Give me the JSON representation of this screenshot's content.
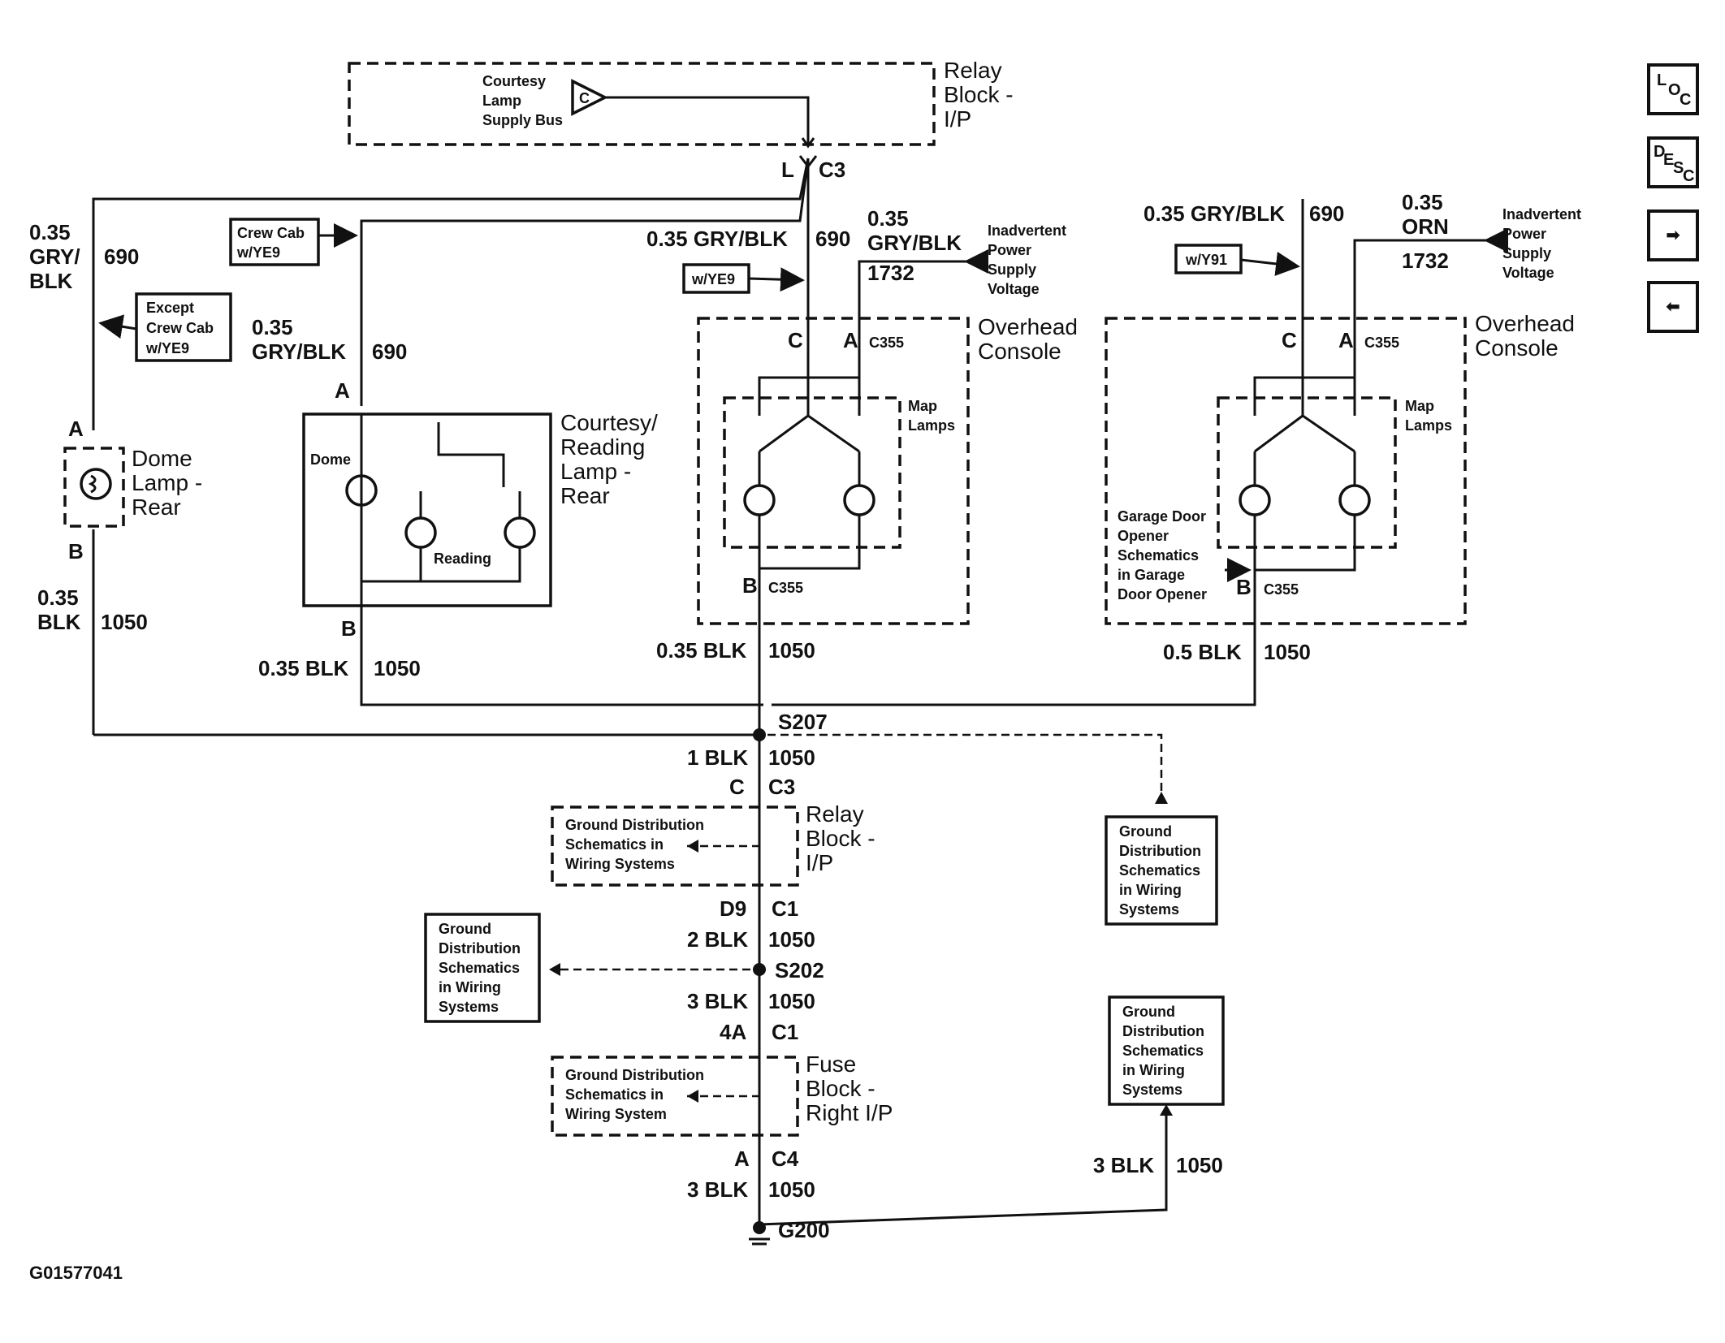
{
  "relay_block_top": {
    "title1": "Relay",
    "title2": "Block -",
    "title3": "I/P",
    "bus1": "Courtesy",
    "bus2": "Lamp",
    "bus3": "Supply Bus",
    "bus_letter": "C",
    "pin": "L",
    "conn": "C3"
  },
  "left_wire": {
    "size1": "0.35",
    "size2": "GRY/",
    "size3": "BLK",
    "circuit": "690"
  },
  "crew_cab_tag": {
    "line1": "Crew Cab",
    "line2": "w/YE9"
  },
  "except_tag": {
    "line1": "Except",
    "line2": "Crew Cab",
    "line3": "w/YE9"
  },
  "dome_lamp": {
    "pin_a": "A",
    "pin_b": "B",
    "title1": "Dome",
    "title2": "Lamp -",
    "title3": "Rear"
  },
  "dome_bottom_wire": {
    "size1": "0.35",
    "size2": "BLK",
    "circuit": "1050"
  },
  "courtesy_lamp": {
    "wire_size": "0.35",
    "wire_color": "GRY/BLK",
    "wire_circuit": "690",
    "pin_a": "A",
    "pin_b": "B",
    "dome": "Dome",
    "reading": "Reading",
    "title1": "Courtesy/",
    "title2": "Reading",
    "title3": "Lamp -",
    "title4": "Rear",
    "bottom_wire": "0.35 BLK",
    "bottom_circuit": "1050"
  },
  "center_wires": {
    "gry": "0.35 GRY/BLK",
    "circuit690": "690",
    "ye9": "w/YE9",
    "orn_size": "0.35",
    "orn_color": "GRY/BLK",
    "orn_circuit": "1732",
    "inadv1": "Inadvertent",
    "inadv2": "Power",
    "inadv3": "Supply",
    "inadv4": "Voltage"
  },
  "console_left": {
    "title1": "Overhead",
    "title2": "Console",
    "map1": "Map",
    "map2": "Lamps",
    "pin_c": "C",
    "pin_a": "A",
    "conn": "C355",
    "pin_b": "B",
    "conn_b": "C355",
    "bottom_wire": "0.35 BLK",
    "bottom_circuit": "1050"
  },
  "right_wires": {
    "gry": "0.35 GRY/BLK",
    "circuit690": "690",
    "y91": "w/Y91",
    "orn_size": "0.35",
    "orn_color": "ORN",
    "orn_circuit": "1732",
    "inadv1": "Inadvertent",
    "inadv2": "Power",
    "inadv3": "Supply",
    "inadv4": "Voltage"
  },
  "console_right": {
    "title1": "Overhead",
    "title2": "Console",
    "map1": "Map",
    "map2": "Lamps",
    "pin_c": "C",
    "pin_a": "A",
    "conn": "C355",
    "pin_b": "B",
    "conn_b": "C355",
    "bottom_wire": "0.5 BLK",
    "bottom_circuit": "1050",
    "garage1": "Garage Door",
    "garage2": "Opener",
    "garage3": "Schematics",
    "garage4": "in Garage",
    "garage5": "Door Opener"
  },
  "splice_s207": {
    "name": "S207",
    "wire": "1 BLK",
    "circuit": "1050",
    "pin": "C",
    "conn": "C3"
  },
  "relay_block_mid": {
    "title1": "Relay",
    "title2": "Block -",
    "title3": "I/P",
    "gd1": "Ground Distribution",
    "gd2": "Schematics in",
    "gd3": "Wiring Systems"
  },
  "gd_box_right": {
    "l1": "Ground",
    "l2": "Distribution",
    "l3": "Schematics",
    "l4": "in Wiring",
    "l5": "Systems"
  },
  "mid_chain": {
    "pin_d9": "D9",
    "conn_c1": "C1",
    "wire2": "2 BLK",
    "circuit2": "1050",
    "splice": "S202",
    "wire3": "3 BLK",
    "circuit3": "1050",
    "pin_4a": "4A",
    "conn_c1b": "C1"
  },
  "gd_box_left": {
    "l1": "Ground",
    "l2": "Distribution",
    "l3": "Schematics",
    "l4": "in Wiring",
    "l5": "Systems"
  },
  "fuse_block": {
    "title1": "Fuse",
    "title2": "Block -",
    "title3": "Right I/P",
    "gd1": "Ground Distribution",
    "gd2": "Schematics in",
    "gd3": "Wiring System"
  },
  "gd_box_lower_right": {
    "l1": "Ground",
    "l2": "Distribution",
    "l3": "Schematics",
    "l4": "in Wiring",
    "l5": "Systems"
  },
  "bottom_chain": {
    "pin_a": "A",
    "conn": "C4",
    "wire": "3 BLK",
    "circuit": "1050",
    "ground": "G200",
    "right_wire": "3 BLK",
    "right_circuit": "1050"
  },
  "figure_id": "G01577041",
  "nav": {
    "loc_l": "L",
    "loc_o": "O",
    "loc_c": "C",
    "desc_d": "D",
    "desc_e": "E",
    "desc_s": "S",
    "desc_c": "C",
    "next": "➡",
    "prev": "⬅"
  }
}
